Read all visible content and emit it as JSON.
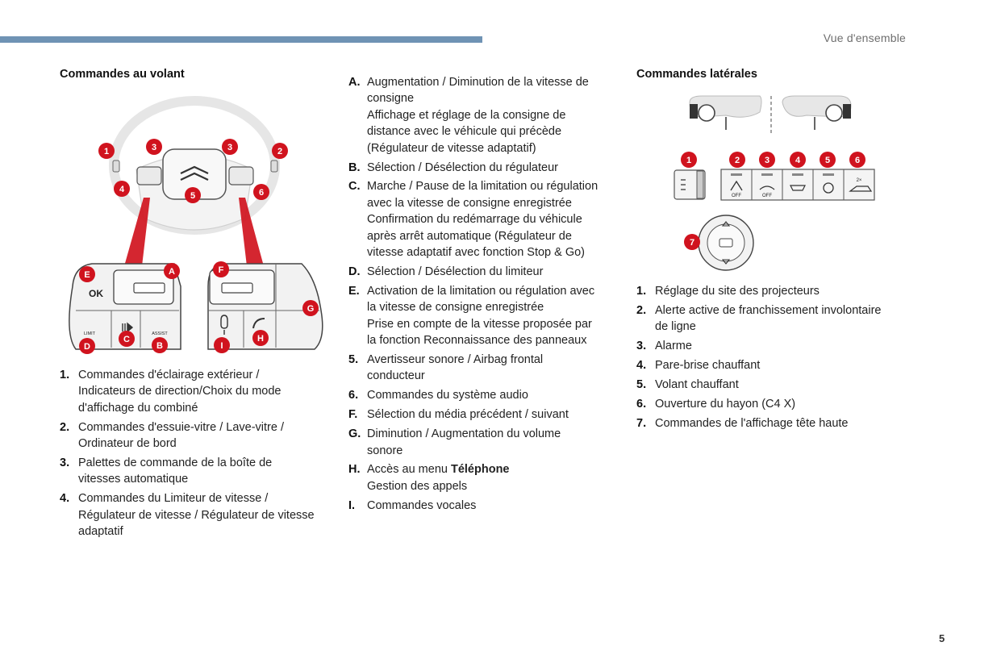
{
  "header": {
    "section": "Vue d'ensemble"
  },
  "left": {
    "title": "Commandes au volant",
    "figure": {
      "badges_top": [
        "1",
        "3",
        "3",
        "2",
        "4",
        "5",
        "6"
      ],
      "left_pad": {
        "ok": "OK",
        "limit": "LIMIT",
        "assist": "ASSIST"
      },
      "badges_pad": [
        "E",
        "A",
        "D",
        "C",
        "B",
        "F",
        "G",
        "I",
        "H"
      ]
    },
    "items": [
      {
        "key": "1.",
        "lines": [
          "Commandes d'éclairage extérieur /",
          "Indicateurs de direction/Choix du mode",
          "d'affichage du combiné"
        ]
      },
      {
        "key": "2.",
        "lines": [
          "Commandes d'essuie-vitre / Lave-vitre /",
          "Ordinateur de bord"
        ]
      },
      {
        "key": "3.",
        "lines": [
          "Palettes de commande de la boîte de",
          "vitesses automatique"
        ]
      },
      {
        "key": "4.",
        "lines": [
          "Commandes du Limiteur de vitesse /",
          "Régulateur de vitesse / Régulateur de vitesse",
          "adaptatif"
        ]
      }
    ]
  },
  "middle": {
    "items": [
      {
        "key": "A.",
        "lines": [
          "Augmentation / Diminution de la vitesse de",
          "consigne",
          "Affichage et réglage de la consigne de",
          "distance avec le véhicule qui précède",
          "(Régulateur de vitesse adaptatif)"
        ]
      },
      {
        "key": "B.",
        "lines": [
          "Sélection / Désélection du régulateur"
        ]
      },
      {
        "key": "C.",
        "lines": [
          "Marche / Pause de la limitation ou régulation",
          "avec la vitesse de consigne enregistrée",
          "Confirmation du redémarrage du véhicule",
          "après arrêt automatique (Régulateur de",
          "vitesse adaptatif avec fonction Stop & Go)"
        ]
      },
      {
        "key": "D.",
        "lines": [
          "Sélection / Désélection du limiteur"
        ]
      },
      {
        "key": "E.",
        "lines": [
          "Activation de la limitation ou régulation avec",
          "la vitesse de consigne enregistrée",
          "Prise en compte de la vitesse proposée par",
          "la fonction Reconnaissance des panneaux"
        ]
      },
      {
        "key": "5.",
        "lines": [
          "Avertisseur sonore / Airbag frontal",
          "conducteur"
        ]
      },
      {
        "key": "6.",
        "lines": [
          "Commandes du système audio"
        ]
      },
      {
        "key": "F.",
        "lines": [
          "Sélection du média précédent / suivant"
        ]
      },
      {
        "key": "G.",
        "lines": [
          "Diminution / Augmentation du volume",
          "sonore"
        ]
      },
      {
        "key": "H.",
        "lines_html": true,
        "line1_pre": "Accès au menu ",
        "line1_bold": "Téléphone",
        "lines": [
          "Gestion des appels"
        ]
      },
      {
        "key": "I.",
        "lines": [
          "Commandes vocales"
        ]
      }
    ]
  },
  "right": {
    "title": "Commandes latérales",
    "figure": {
      "badges": [
        "1",
        "2",
        "3",
        "4",
        "5",
        "6",
        "7"
      ],
      "off1": "OFF",
      "off2": "OFF",
      "x2": "2×"
    },
    "items": [
      {
        "key": "1.",
        "lines": [
          "Réglage du site des projecteurs"
        ]
      },
      {
        "key": "2.",
        "lines": [
          "Alerte active de franchissement involontaire",
          "de ligne"
        ]
      },
      {
        "key": "3.",
        "lines": [
          "Alarme"
        ]
      },
      {
        "key": "4.",
        "lines": [
          "Pare-brise chauffant"
        ]
      },
      {
        "key": "5.",
        "lines": [
          "Volant chauffant"
        ]
      },
      {
        "key": "6.",
        "lines": [
          "Ouverture du hayon (C4 X)"
        ]
      },
      {
        "key": "7.",
        "lines": [
          "Commandes de l'affichage tête haute"
        ]
      }
    ]
  },
  "footer": {
    "page": "5"
  }
}
